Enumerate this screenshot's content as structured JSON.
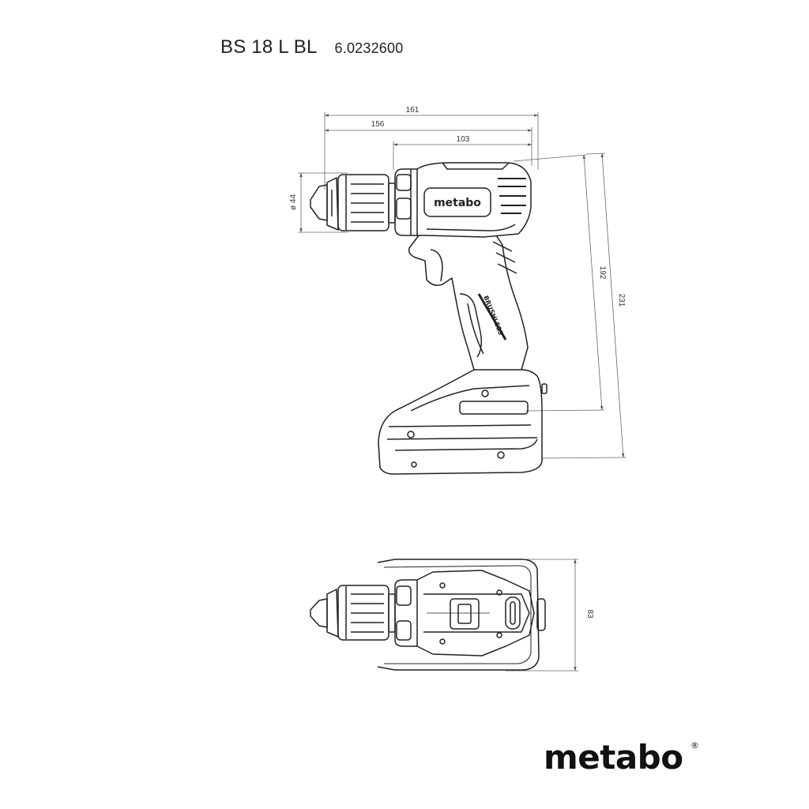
{
  "header": {
    "model": "BS 18 L BL",
    "article_number": "6.0232600"
  },
  "dimensions": {
    "total_length": "161",
    "body_length": "156",
    "chuck_to_handle": "103",
    "chuck_diameter": "ø 44",
    "height_without_battery": "192",
    "total_height": "231",
    "width": "83"
  },
  "drawing": {
    "housing_badge": "metabo",
    "grip_text": "BRUSHLESS"
  },
  "logo": {
    "text": "metabo",
    "registered": "®"
  },
  "colors": {
    "line": "#222222",
    "dimension": "#555555"
  }
}
